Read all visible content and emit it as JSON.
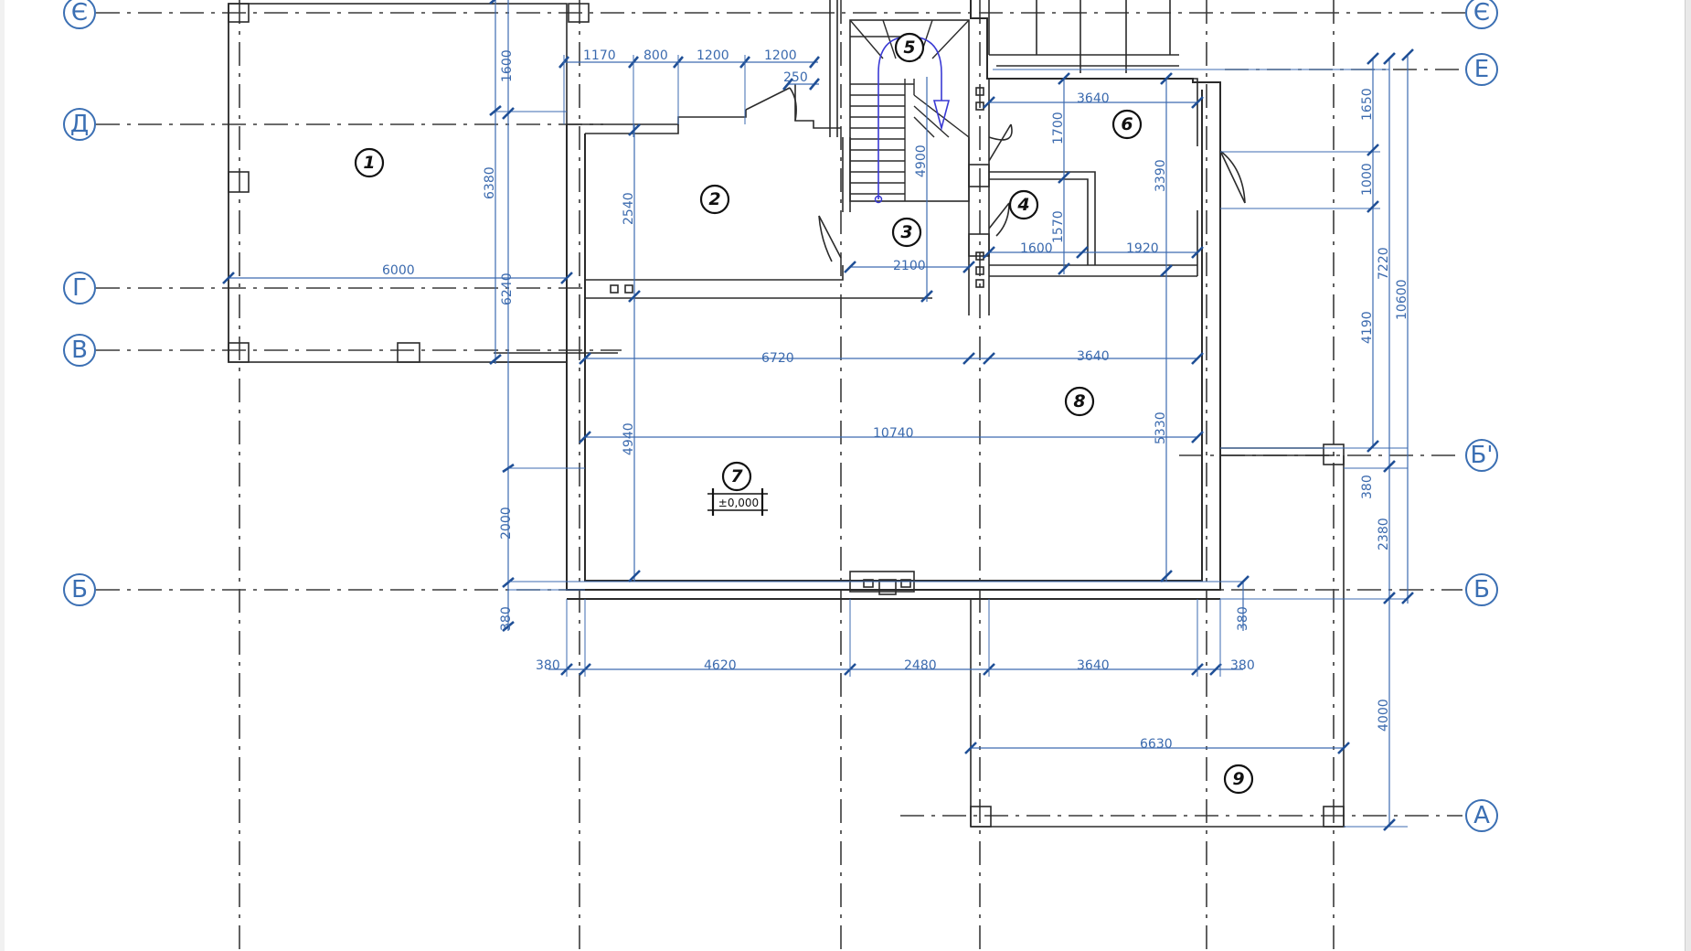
{
  "axes_horizontal": [
    {
      "label": "Є",
      "side": "both"
    },
    {
      "label": "Е",
      "side": "right"
    },
    {
      "label": "Д",
      "side": "left"
    },
    {
      "label": "Г",
      "side": "left"
    },
    {
      "label": "В",
      "side": "left"
    },
    {
      "label": "Б'",
      "side": "right"
    },
    {
      "label": "Б",
      "side": "both"
    },
    {
      "label": "А",
      "side": "right"
    }
  ],
  "rooms": [
    "1",
    "2",
    "3",
    "4",
    "5",
    "6",
    "7",
    "8",
    "9"
  ],
  "level_mark": "±0,000",
  "dimensions": {
    "d_1170": "1170",
    "d_800": "800",
    "d_1200a": "1200",
    "d_1200b": "1200",
    "d_250": "250",
    "d_1600v": "1600",
    "d_6380": "6380",
    "d_6000": "6000",
    "d_6240": "6240",
    "d_2540": "2540",
    "d_4900": "4900",
    "d_2100": "2100",
    "d_3640top": "3640",
    "d_1700": "1700",
    "d_3390": "3390",
    "d_1570": "1570",
    "d_1600h": "1600",
    "d_1920": "1920",
    "d_6720": "6720",
    "d_3640mid": "3640",
    "d_10740": "10740",
    "d_4940": "4940",
    "d_5330": "5330",
    "d_2000": "2000",
    "d_380v": "380",
    "d_380a": "380",
    "d_4620": "4620",
    "d_2480": "2480",
    "d_3640bot": "3640",
    "d_380b": "380",
    "d_380c": "380",
    "d_6630": "6630",
    "d_1650": "1650",
    "d_1000": "1000",
    "d_7220": "7220",
    "d_4190": "4190",
    "d_10600": "10600",
    "d_380r": "380",
    "d_2380": "2380",
    "d_4000": "4000"
  },
  "colors": {
    "dimension": "#3d6bb0",
    "wall": "#2b2b2b",
    "axis_label": "#3b6fb3",
    "stair_arrow": "#3a3ad4"
  }
}
